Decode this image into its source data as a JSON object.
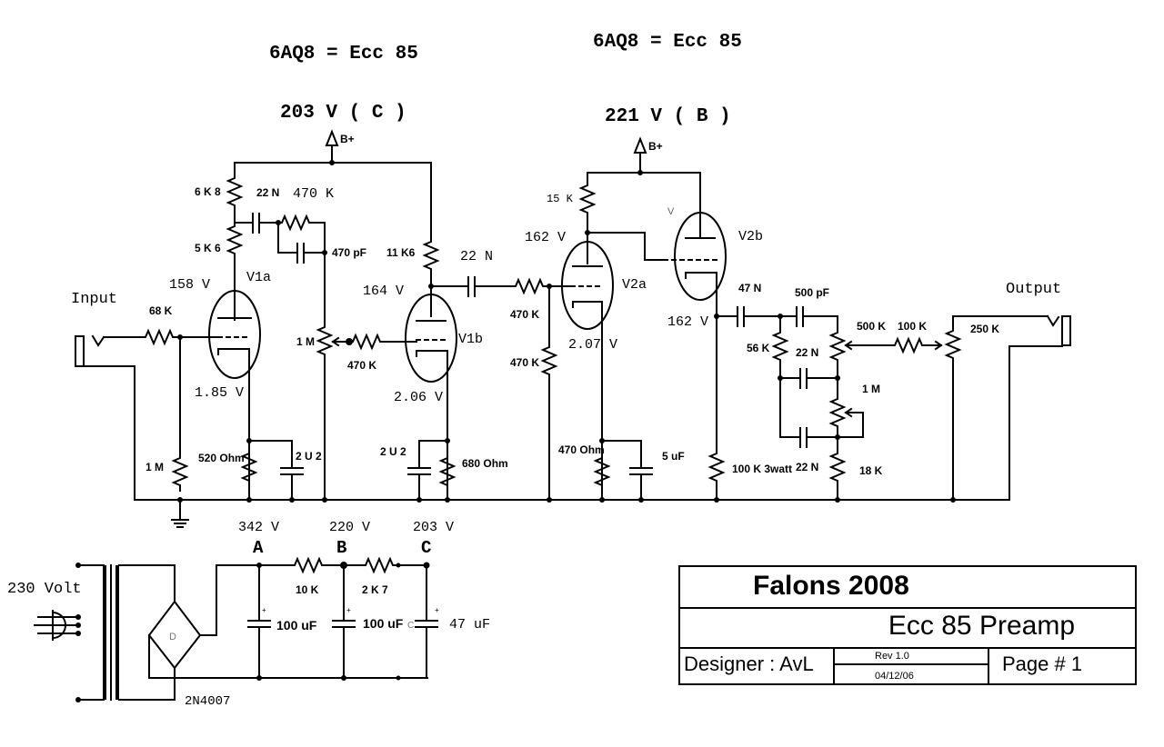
{
  "header": {
    "tube_equiv_1": "6AQ8 = Ecc 85",
    "tube_equiv_2": "6AQ8 = Ecc 85",
    "supply_c_label": "203 V ( C )",
    "supply_b_label": "221 V ( B )",
    "bplus_label": "B+"
  },
  "io": {
    "input": "Input",
    "output": "Output"
  },
  "stage1": {
    "tube": "V1a",
    "plate_r1": "6 K 8",
    "plate_r2": "5 K 6",
    "coupling_cap": "22 N",
    "bright_r": "470 K",
    "bright_cap": "470 pF",
    "grid_r": "68 K",
    "grid_leak": "1 M",
    "plate_v": "158 V",
    "cathode_v": "1.85 V",
    "cathode_r": "520 Ohm",
    "cathode_cap": "2 U 2",
    "volume_pot": "1 M"
  },
  "stage2": {
    "tube": "V1b",
    "plate_r": "11 K6",
    "plate_v": "164 V",
    "grid_r": "470 K",
    "cathode_v": "2.06 V",
    "cathode_cap": "2 U 2",
    "cathode_r": "680 Ohm",
    "coupling_cap": "22 N"
  },
  "stage3": {
    "tube": "V2a",
    "plate_r": "15 K",
    "plate_v": "162 V",
    "grid_stopper": "470 K",
    "grid_leak": "470 K",
    "cathode_v": "2.07 V",
    "cathode_r": "470 Ohm",
    "cathode_cap": "5 uF"
  },
  "stage4": {
    "tube": "V2b",
    "tube_pin_mark": "V",
    "cathode_v": "162 V",
    "cathode_r": "100 K 3watt"
  },
  "tonestack": {
    "input_cap": "47 N",
    "treble_cap": "500 pF",
    "slope_r": "56 K",
    "bass_cap": "22 N",
    "mid_cap": "22 N",
    "treble_pot": "500 K",
    "series_r": "100 K",
    "bass_pot": "1 M",
    "mid_r": "18 K",
    "master_pot": "250 K"
  },
  "psu": {
    "mains": "230 Volt",
    "rectifier": "2N4007",
    "bridge_mark": "D",
    "node_a": "A",
    "node_b": "B",
    "node_c": "C",
    "v_a": "342 V",
    "v_b": "220 V",
    "v_c": "203 V",
    "r_ab": "10 K",
    "r_bc": "2 K 7",
    "cap_a": "100 uF",
    "cap_b": "100 uF",
    "cap_b_mark": "C",
    "cap_c": "47  uF"
  },
  "title_block": {
    "company": "Falons 2008",
    "project": "Ecc 85 Preamp",
    "designer": "Designer : AvL",
    "revision": "Rev 1.0",
    "date": "04/12/06",
    "page": "Page #  1"
  }
}
